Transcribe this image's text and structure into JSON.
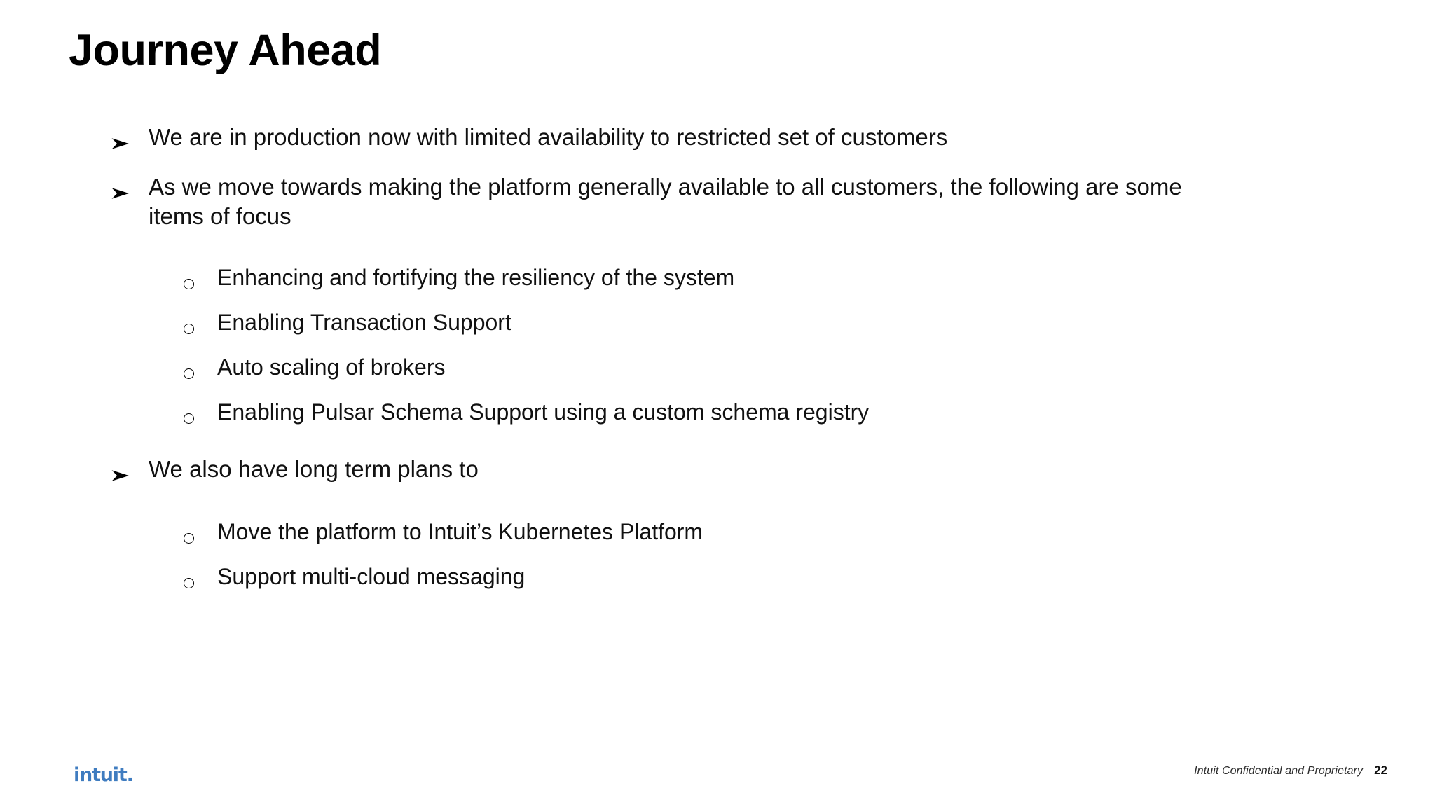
{
  "slide": {
    "title": "Journey Ahead",
    "background_color": "#ffffff",
    "text_color": "#000000"
  },
  "markers": {
    "level1_icon": "arrow-bullet-icon",
    "level1_glyph": "➢",
    "level2_icon": "circle-bullet-icon",
    "level2_glyph": "○"
  },
  "content": {
    "bullets": [
      {
        "level": 1,
        "text": "We are in production now with limited availability to restricted set of customers"
      },
      {
        "level": 1,
        "text": "As we move towards making the platform generally available to all customers, the following are some items of focus"
      },
      {
        "level": 2,
        "text": "Enhancing and fortifying the resiliency of the system"
      },
      {
        "level": 2,
        "text": "Enabling Transaction Support"
      },
      {
        "level": 2,
        "text": "Auto scaling of brokers"
      },
      {
        "level": 2,
        "text": "Enabling Pulsar Schema Support using a custom schema registry"
      },
      {
        "level": 1,
        "text": "We also have long term plans to"
      },
      {
        "level": 2,
        "text": "Move the platform to Intuit’s Kubernetes Platform"
      },
      {
        "level": 2,
        "text": "Support multi-cloud messaging"
      }
    ]
  },
  "footer": {
    "logo_text": "intuit",
    "logo_dot": ".",
    "logo_color": "#3f7cc0",
    "confidential_notice": "Intuit Confidential and Proprietary",
    "page_number": "22"
  }
}
